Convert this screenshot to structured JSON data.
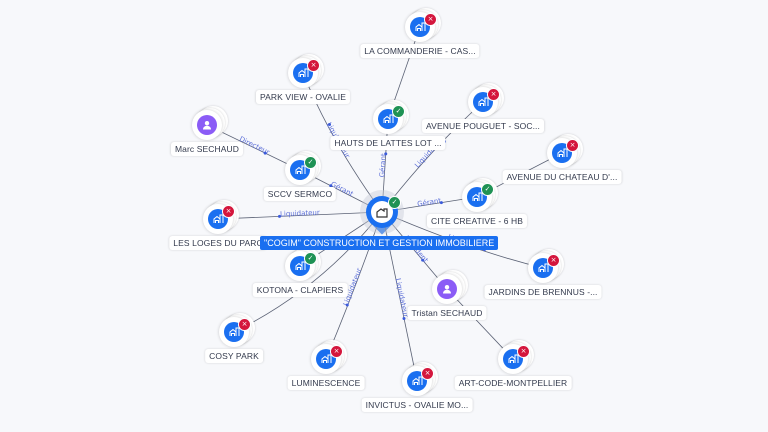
{
  "center": {
    "label": "\"COGIM\" CONSTRUCTION ET GESTION IMMOBILIERE",
    "type": "company",
    "status": "active",
    "icon": "building-icon"
  },
  "colors": {
    "company": "#1a6ff0",
    "person": "#8b5cf6",
    "active": "#1f9254",
    "closed": "#d4163c",
    "edge_label": "#5c6fd8"
  },
  "nodes": [
    {
      "id": "la-commanderie",
      "label": "LA COMMANDERIE - CAS...",
      "type": "company",
      "status": "closed"
    },
    {
      "id": "park-view",
      "label": "PARK VIEW - OVALIE",
      "type": "company",
      "status": "closed"
    },
    {
      "id": "avenue-pouguet",
      "label": "AVENUE POUGUET - SOC...",
      "type": "company",
      "status": "closed"
    },
    {
      "id": "hauts-de-lattes",
      "label": "HAUTS DE LATTES LOT ...",
      "type": "company",
      "status": "active"
    },
    {
      "id": "marc-sechaud",
      "label": "Marc SECHAUD",
      "type": "person",
      "status": ""
    },
    {
      "id": "avenue-du-chateau",
      "label": "AVENUE DU CHATEAU D'...",
      "type": "company",
      "status": "closed"
    },
    {
      "id": "sccv-sermco",
      "label": "SCCV SERMCO",
      "type": "company",
      "status": "active"
    },
    {
      "id": "cite-creative",
      "label": "CITE CREATIVE - 6 HB",
      "type": "company",
      "status": "active"
    },
    {
      "id": "les-loges",
      "label": "LES LOGES DU PARC",
      "type": "company",
      "status": "closed"
    },
    {
      "id": "kotona",
      "label": "KOTONA - CLAPIERS",
      "type": "company",
      "status": "active"
    },
    {
      "id": "jardins-de-brennus",
      "label": "JARDINS DE BRENNUS -...",
      "type": "company",
      "status": "closed"
    },
    {
      "id": "tristan-sechaud",
      "label": "Tristan SECHAUD",
      "type": "person",
      "status": ""
    },
    {
      "id": "cosy-park",
      "label": "COSY PARK",
      "type": "company",
      "status": "closed"
    },
    {
      "id": "luminescence",
      "label": "LUMINESCENCE",
      "type": "company",
      "status": "closed"
    },
    {
      "id": "art-code",
      "label": "ART-CODE-MONTPELLIER",
      "type": "company",
      "status": "closed"
    },
    {
      "id": "invictus",
      "label": "INVICTUS - OVALIE MO...",
      "type": "company",
      "status": "closed"
    }
  ],
  "edge_labels": {
    "liquidateur": "Liquidateur",
    "gerant": "Gérant",
    "directeur": "Directeur",
    "president": "Président"
  },
  "badges": {
    "active": "✓",
    "closed": "×"
  }
}
